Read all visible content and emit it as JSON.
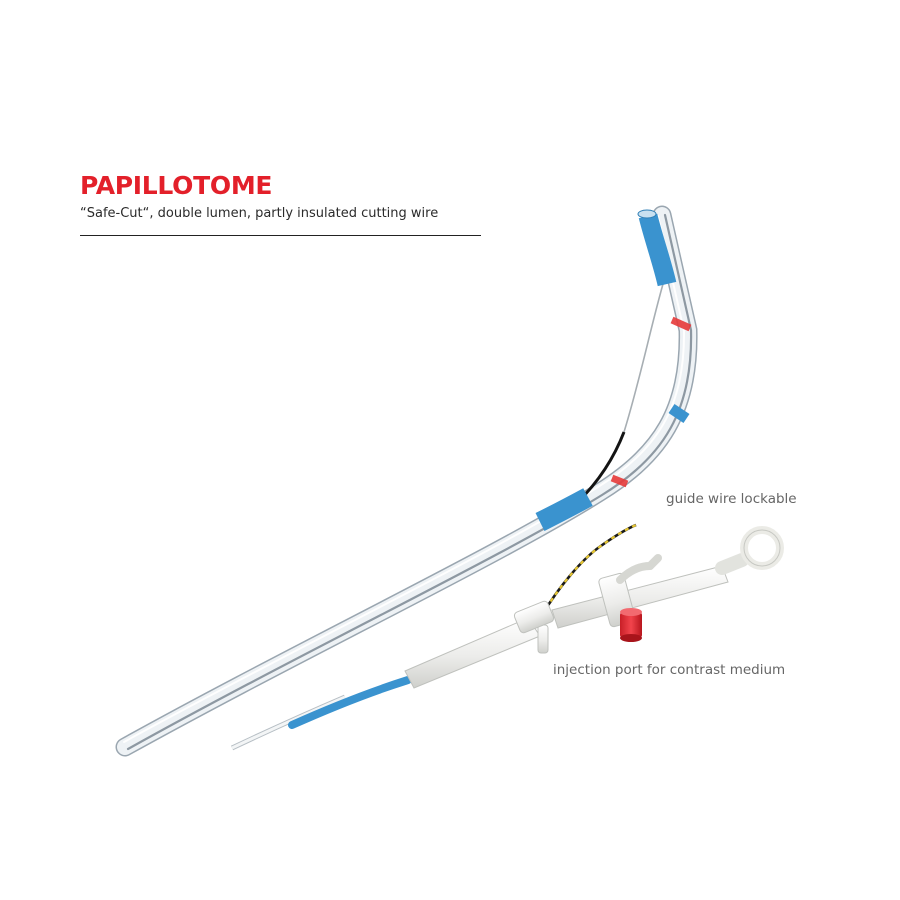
{
  "header": {
    "title": "PAPILLOTOME",
    "subtitle": "“Safe-Cut“, double lumen, partly insulated cutting wire"
  },
  "callouts": {
    "guide_wire": "guide wire lockable",
    "injection_port": "injection port for contrast medium"
  },
  "colors": {
    "title_red": "#e3202a",
    "marker_blue": "#3a93cf",
    "marker_red": "#e53a3a",
    "port_red": "#e8323b",
    "catheter_body": "#eef2f5",
    "handle_white": "#f2f2ee"
  }
}
